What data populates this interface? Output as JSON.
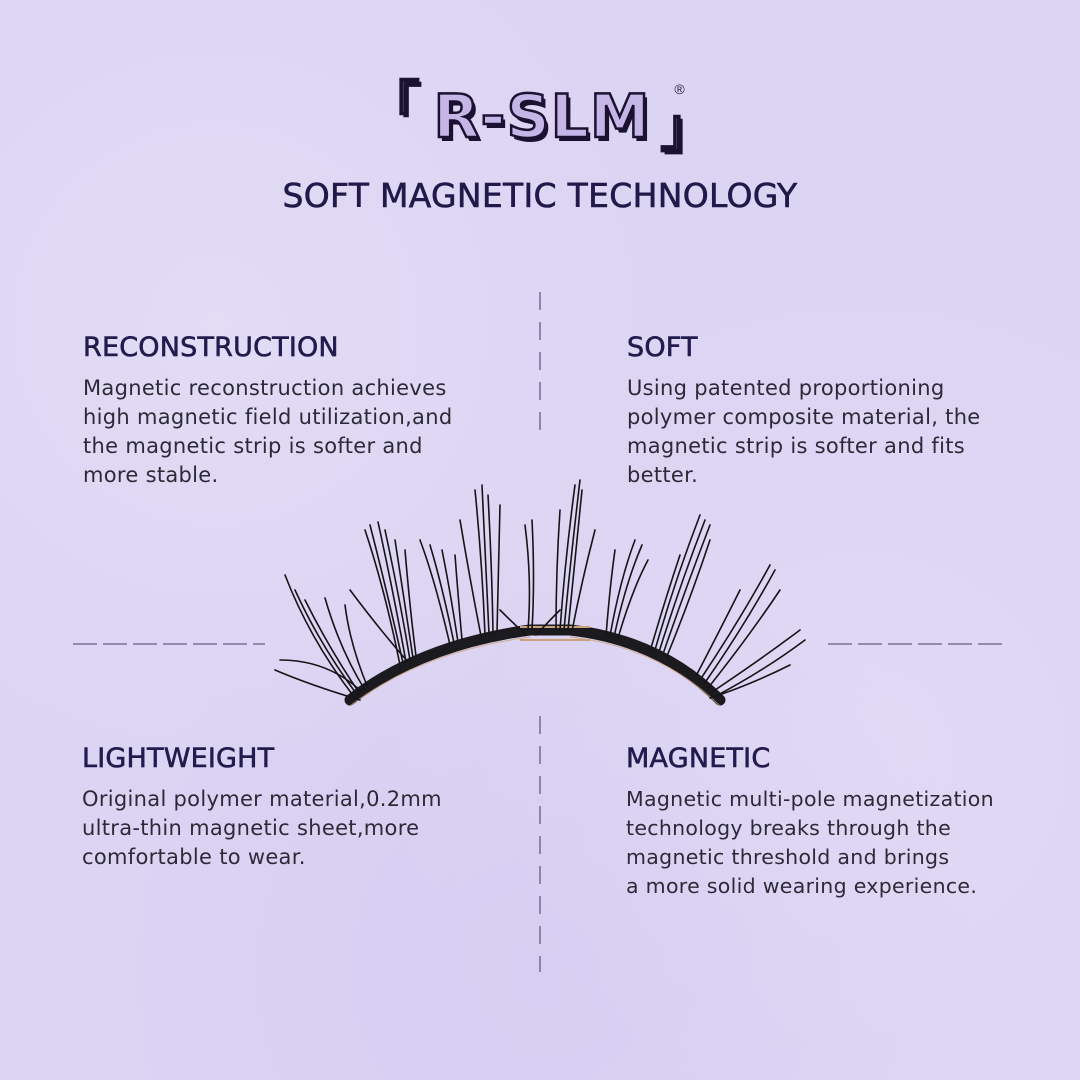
{
  "brand": {
    "bracket_left": "「",
    "name": "R-SLM",
    "bracket_right": "」",
    "registered_mark": "®"
  },
  "subtitle": "SOFT MAGNETIC TECHNOLOGY",
  "features": [
    {
      "title": "RECONSTRUCTION",
      "text": "Magnetic reconstruction achieves\nhigh magnetic field utilization,and\nthe magnetic strip is softer and\nmore stable."
    },
    {
      "title": "SOFT",
      "text": "Using patented proportioning\npolymer composite material, the\nmagnetic strip is softer and fits\nbetter."
    },
    {
      "title": "LIGHTWEIGHT",
      "text": "Original polymer material,0.2mm\nultra-thin magnetic sheet,more\ncomfortable to wear."
    },
    {
      "title": "MAGNETIC",
      "text": "Magnetic multi-pole magnetization\ntechnology breaks through the\nmagnetic threshold and brings\na more solid wearing experience."
    }
  ],
  "image": {
    "subject": "magnetic-false-eyelash"
  },
  "colors": {
    "background": "#dcd4f3",
    "heading": "#221c4e",
    "body_text": "#2d2a38",
    "logo_fill": "#c6b6e8",
    "logo_outline": "#1a1230",
    "divider": "#7a7296"
  }
}
